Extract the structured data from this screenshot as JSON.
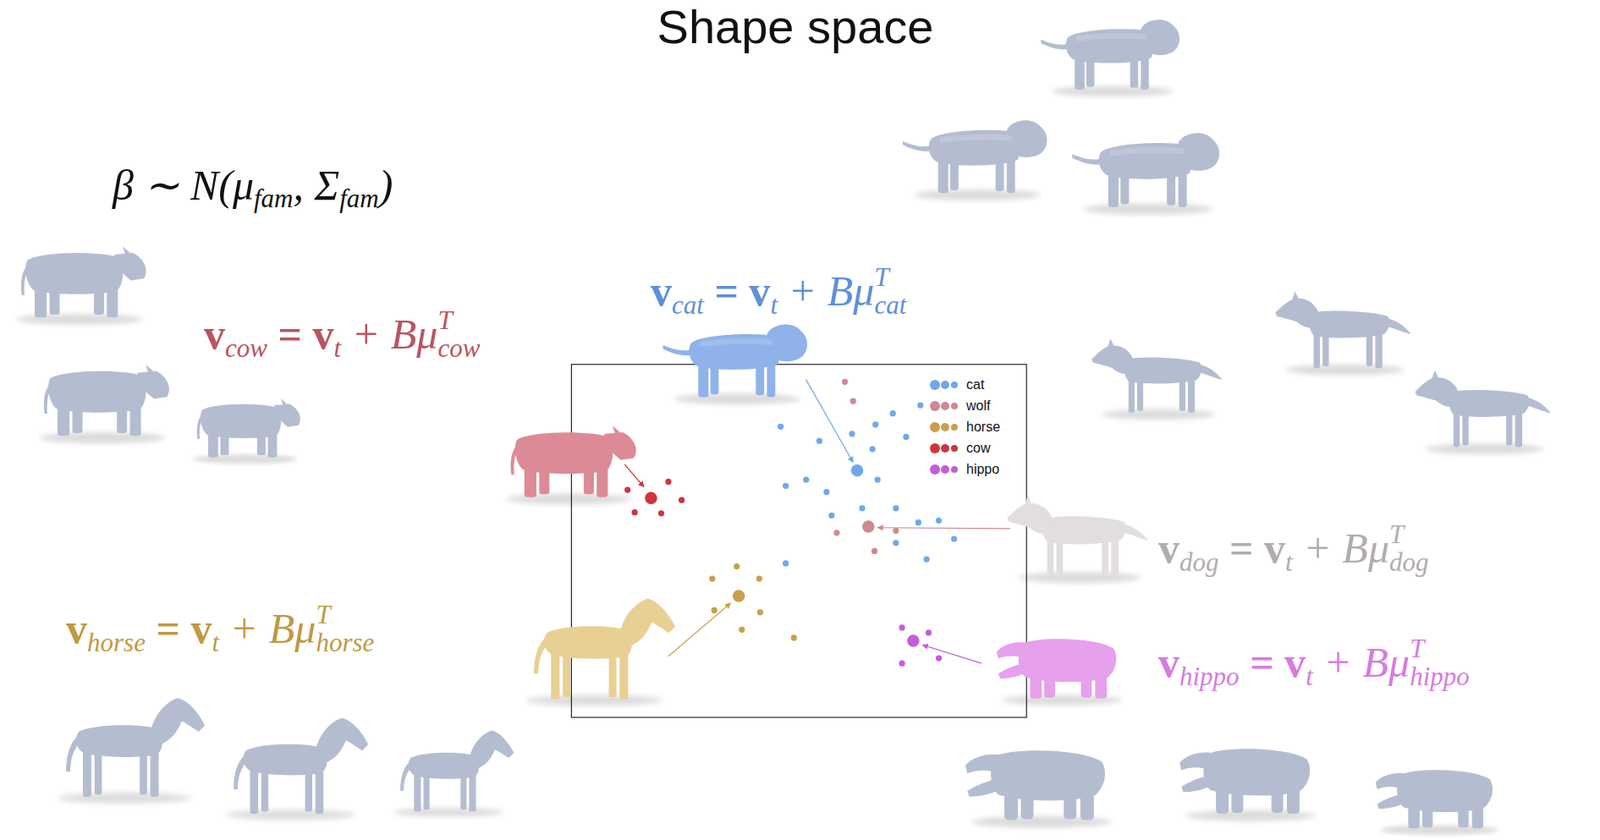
{
  "diagram": {
    "title": "Shape space",
    "labels": [
      "β ∼ N(μ",
      "fam",
      ", Σ",
      "fam",
      ")",
      "v",
      "cat",
      "= v",
      "t",
      "+ Bμ",
      "T",
      "cat",
      "v",
      "cow",
      "= v",
      "t",
      "+ Bμ",
      "T",
      "cow",
      "v",
      "dog",
      "= v",
      "t",
      "+ Bμ",
      "T",
      "dog",
      "v",
      "horse",
      "= v",
      "t",
      "+ Bμ",
      "T",
      "horse",
      "v",
      "hippo",
      "= v",
      "t",
      "+ Bμ",
      "T",
      "hippo"
    ],
    "legend": [
      {
        "text": "cat",
        "color": "#6fa8ec"
      },
      {
        "text": "wolf",
        "color": "#cd8a90"
      },
      {
        "text": "horse",
        "color": "#c9a04a"
      },
      {
        "text": "cow",
        "color": "#d1343f"
      },
      {
        "text": "hippo",
        "color": "#c45ed8"
      }
    ]
  }
}
